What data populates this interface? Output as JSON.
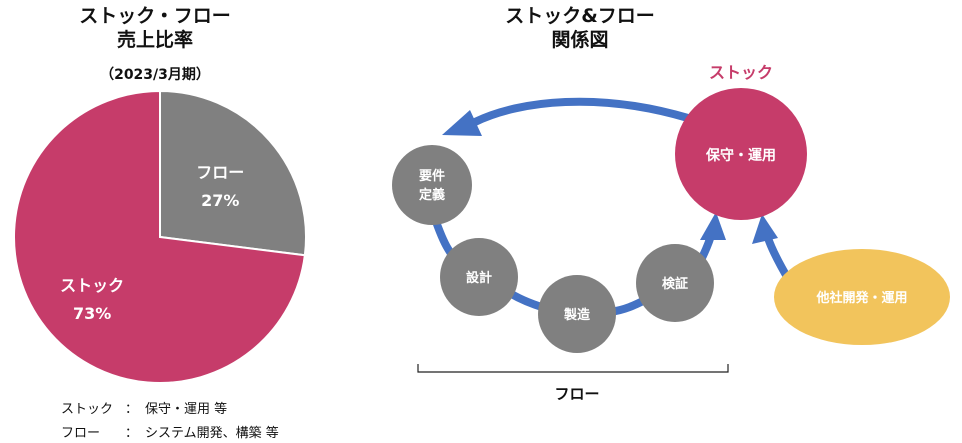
{
  "left": {
    "title_line1": "ストック・フロー",
    "title_line2": "売上比率",
    "subtitle": "（2023/3月期）",
    "legend": [
      {
        "term": "ストック",
        "sep": "：",
        "desc": "保守・運用 等"
      },
      {
        "term": "フロー",
        "sep": "：",
        "desc": "システム開発、構築 等"
      }
    ]
  },
  "chart_data": {
    "type": "pie",
    "slices": [
      {
        "label": "フロー",
        "value": 27,
        "value_label": "27%",
        "color": "#808080"
      },
      {
        "label": "ストック",
        "value": 73,
        "value_label": "73%",
        "color": "#C63C6A"
      }
    ]
  },
  "right": {
    "title_line1": "ストック&フロー",
    "title_line2": "関係図",
    "stock_label": "ストック",
    "stock_circle": "保守・運用",
    "flow_nodes": [
      {
        "line1": "要件",
        "line2": "定義"
      },
      {
        "line1": "設計"
      },
      {
        "line1": "製造"
      },
      {
        "line1": "検証"
      }
    ],
    "other_ellipse": "他社開発・運用",
    "flow_label": "フロー"
  },
  "colors": {
    "stock": "#C63C6A",
    "flow": "#808080",
    "arrow": "#4472C4",
    "ellipse": "#F2C45C",
    "text_dark": "#111111",
    "white": "#FFFFFF"
  }
}
